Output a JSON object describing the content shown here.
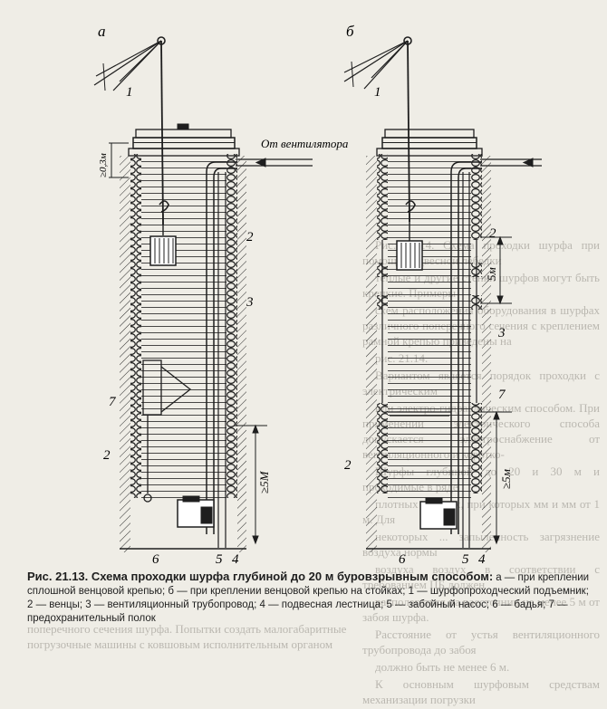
{
  "figure": {
    "label_a": "а",
    "label_b": "б",
    "part_numbers": {
      "n1": "1",
      "n2": "2",
      "n3": "3",
      "n4": "4",
      "n5": "5",
      "n6": "6",
      "n7": "7"
    },
    "annotations": {
      "from_ventilator": "От вентилятора",
      "dim_03": "≥0,3м",
      "dim_5m_a": "≥5М",
      "dim_5m_b_upper": "5м",
      "dim_5m_b_lower": "≥5м"
    }
  },
  "caption": {
    "title": "Рис. 21.13. Схема проходки шурфа глубиной до 20 м буровзрывным способом:",
    "body": "а — при креплении сплошной венцовой крепью; б — при креплении венцовой крепью на стойках; 1 — шурфопроходческий подъемник; 2 — венцы; 3 — вентиляционный трубопровод; 4 — подвесная лестница; 5 — забойный насос; 6 — бадья; 7 — предохранительный полок"
  },
  "bleed_through": {
    "right_column": [
      "Рис. 21.14. Схема проходки шурфа при помощи подвесной лебедки",
      "теплые и другие стенки шурфов могут быть крепкие. Примеры",
      "схем расположения оборудования в шурфах различного поперечного сечения с креплением рамной крепью приведены на",
      "рис. 21.14.",
      "Вариантом является порядок проходки с электрическим",
      "или электро-гидравлическим способом. При применении электрического способа допускается электроснабжение от вентиляционного и коротко-",
      "Шурфы глубиной до 20 и 30 м и проходимые в ряде",
      "плотных грунтах, при которых мм и мм от 1 м. Для",
      "некоторых ... запыленность загрязнение воздуха нормы",
      "воздуха воздух в соответствии с требованием ПБ должен",
      "располагаться на расстоянии не менее 5 м от забоя шурфа.",
      "Расстояние от устья вентиляционного трубопровода до забоя",
      "должно быть не менее 6 м.",
      "К основным шурфовым средствам механизации погрузки"
    ],
    "bottom": [
      "поперечного сечения шурфа. Попытки создать малогабаритные",
      "погрузочные машины с ковшовым исполнительным органом"
    ]
  }
}
